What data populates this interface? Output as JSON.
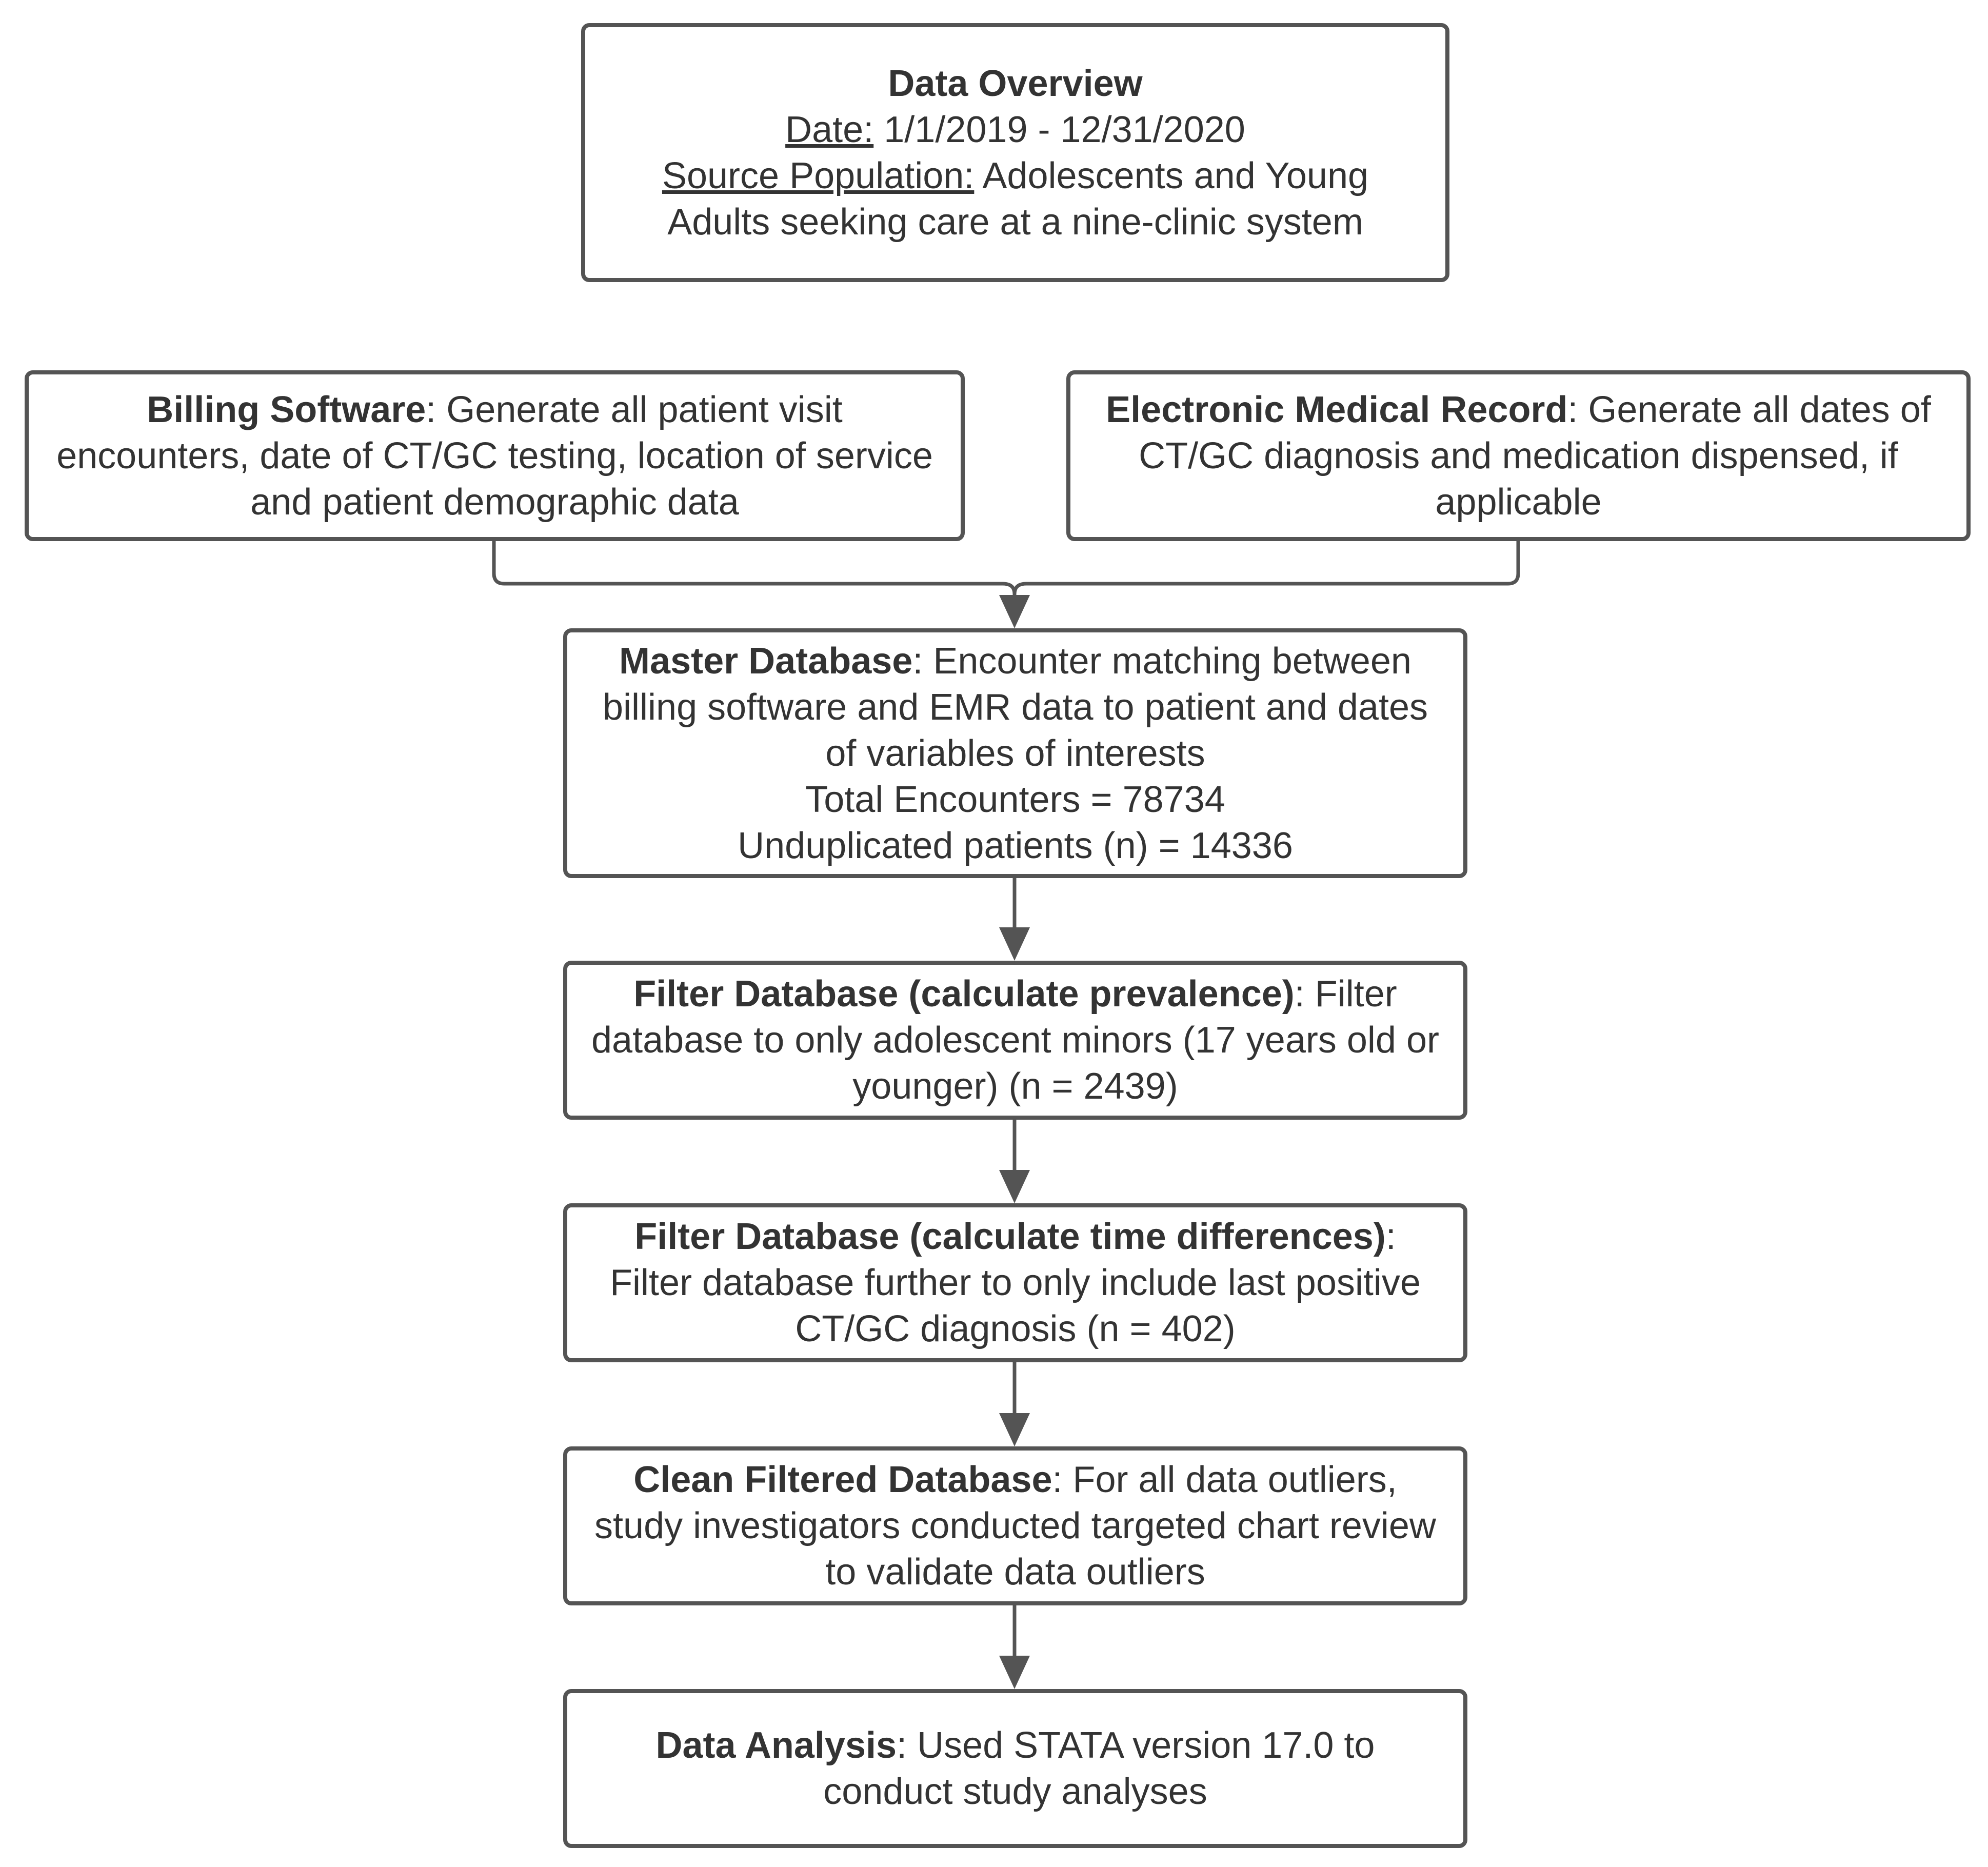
{
  "overview": {
    "title": "Data Overview",
    "date_label": "Date:",
    "date_value": " 1/1/2019 - 12/31/2020",
    "population_label": "Source Population:",
    "population_value": " Adolescents and Young",
    "population_value_2": "Adults seeking care at a nine-clinic system"
  },
  "billing": {
    "bold": "Billing Software",
    "line1": ": Generate all patient visit",
    "line2": "encounters, date of CT/GC testing, location of service",
    "line3": "and patient demographic data"
  },
  "emr": {
    "bold": "Electronic Medical Record",
    "line1": ": Generate all dates of",
    "line2": "CT/GC diagnosis and medication dispensed, if",
    "line3": "applicable"
  },
  "master": {
    "bold": "Master Database",
    "line1": ": Encounter matching between",
    "line2": "billing software and EMR data to patient and dates",
    "line3": "of variables of interests",
    "line4": "Total Encounters = 78734",
    "line5": "Unduplicated patients (n) = 14336"
  },
  "filter_prevalence": {
    "bold": "Filter Database (calculate prevalence)",
    "line1": ": Filter",
    "line2": "database to only adolescent minors (17 years old or",
    "line3": "younger) (n = 2439)"
  },
  "filter_time": {
    "bold": "Filter Database (calculate time differences)",
    "line1": ":",
    "line2": "Filter database further to only include last positive",
    "line3": "CT/GC diagnosis (n = 402)"
  },
  "clean": {
    "bold": "Clean Filtered Database",
    "line1": ": For all data outliers,",
    "line2": "study investigators conducted targeted chart review",
    "line3": "to validate data outliers"
  },
  "analysis": {
    "bold": "Data Analysis",
    "line1": ": Used STATA version 17.0 to",
    "line2": "conduct study analyses"
  },
  "colors": {
    "border": "#545454",
    "text": "#333333",
    "background": "#ffffff"
  }
}
